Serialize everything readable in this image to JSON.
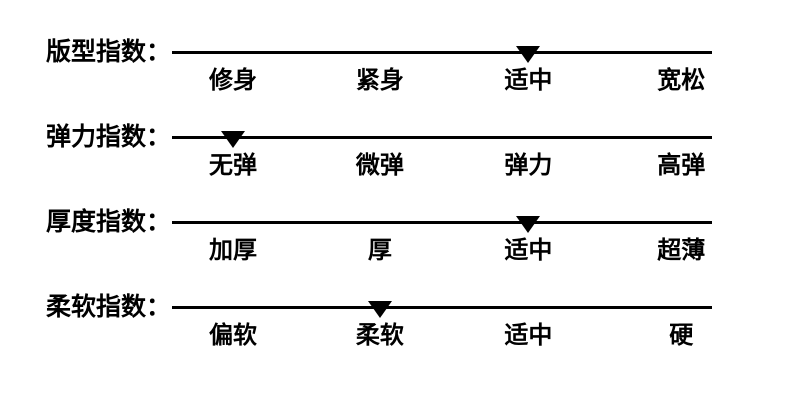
{
  "colors": {
    "background": "#ffffff",
    "foreground": "#000000",
    "line": "#000000",
    "marker": "#000000"
  },
  "rows": [
    {
      "label": "版型指数：",
      "options": [
        "修身",
        "紧身",
        "适中",
        "宽松"
      ],
      "selected_index": "2",
      "selected_option": "适中"
    },
    {
      "label": "弹力指数：",
      "options": [
        "无弹",
        "微弹",
        "弹力",
        "高弹"
      ],
      "selected_index": "0",
      "selected_option": "无弹"
    },
    {
      "label": "厚度指数：",
      "options": [
        "加厚",
        "厚",
        "适中",
        "超薄"
      ],
      "selected_index": "2",
      "selected_option": "适中"
    },
    {
      "label": "柔软指数：",
      "options": [
        "偏软",
        "柔软",
        "适中",
        "硬"
      ],
      "selected_index": "1",
      "selected_option": "柔软"
    }
  ]
}
